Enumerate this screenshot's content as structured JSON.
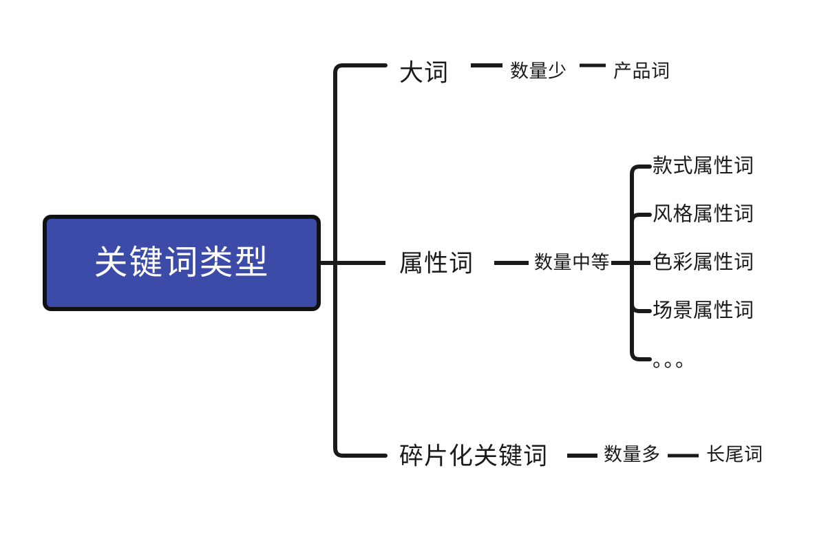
{
  "diagram": {
    "title": "关键词类型",
    "type": "mind-map",
    "colors": {
      "root_fill": "#3c4aa8",
      "root_border": "#111111",
      "root_text": "#ffffff",
      "connector": "#1a1a1a",
      "text": "#1a1a1a",
      "background": "#ffffff"
    },
    "root": {
      "label": "关键词类型"
    },
    "branches": [
      {
        "id": "big-word",
        "label": "大词",
        "quantity_label": "数量少",
        "detail_label": "产品词",
        "children": []
      },
      {
        "id": "attribute-word",
        "label": "属性词",
        "quantity_label": "数量中等",
        "children": [
          {
            "id": "style-attribute",
            "label": "款式属性词"
          },
          {
            "id": "design-attribute",
            "label": "风格属性词"
          },
          {
            "id": "color-attribute",
            "label": "色彩属性词"
          },
          {
            "id": "scene-attribute",
            "label": "场景属性词"
          },
          {
            "id": "more-attribute",
            "label": "。。。"
          }
        ]
      },
      {
        "id": "fragmented-keyword",
        "label": "碎片化关键词",
        "quantity_label": "数量多",
        "detail_label": "长尾词",
        "children": []
      }
    ]
  }
}
